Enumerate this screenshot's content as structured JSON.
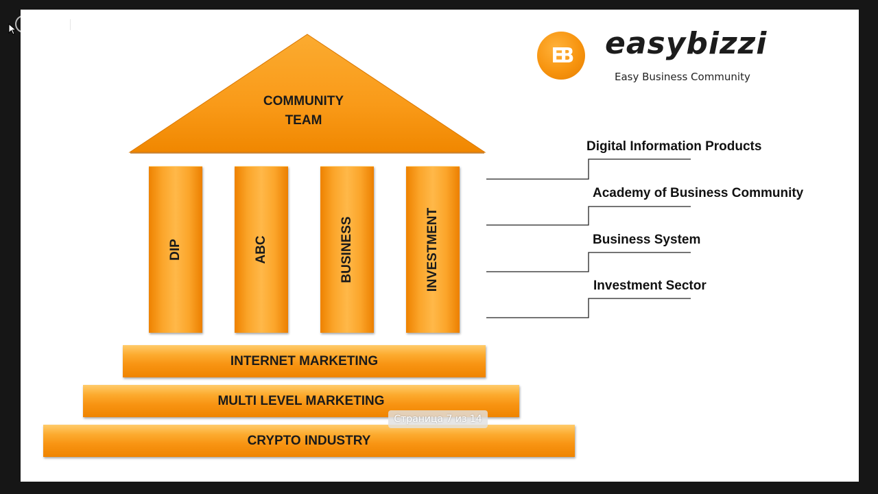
{
  "brand": {
    "logo_mark": "EB",
    "name": "easybizzi",
    "tagline": "Easy Business Community",
    "accent_color": "#f7940f"
  },
  "temple": {
    "roof_text": "COMMUNITY TEAM",
    "roof_line1": "COMMUNITY",
    "roof_line2": "TEAM",
    "pillars": [
      "DIP",
      "ABC",
      "BUSINESS",
      "INVESTMENT"
    ],
    "steps": [
      "INTERNET MARKETING",
      "MULTI LEVEL MARKETING",
      "CRYPTO INDUSTRY"
    ]
  },
  "labels": [
    "Digital Information Products",
    "Academy of Business Community",
    "Business System",
    "Investment Sector"
  ],
  "viewer": {
    "page_indicator": "Страница 7 из 14"
  },
  "icons": {
    "cursor": "arrow-cursor-icon"
  }
}
